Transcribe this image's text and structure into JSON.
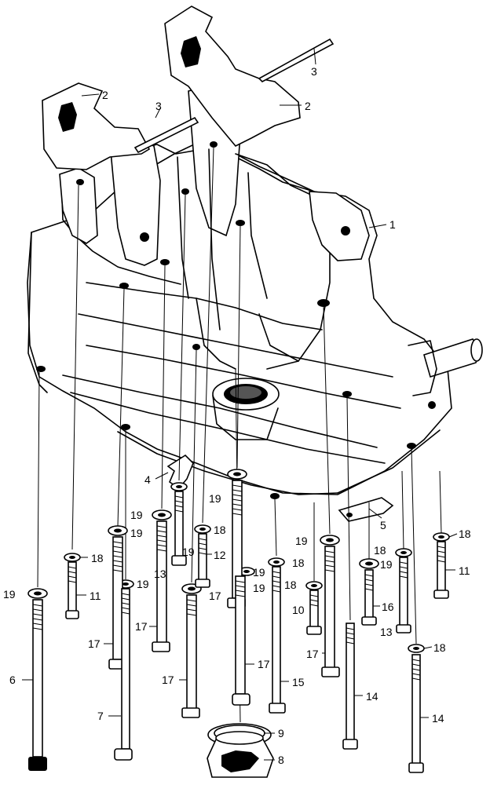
{
  "callouts": {
    "c1": "1",
    "c2a": "2",
    "c2b": "2",
    "c3a": "3",
    "c3b": "3",
    "c4": "4",
    "c5": "5",
    "c6": "6",
    "c7": "7",
    "c8": "8",
    "c9": "9",
    "c10": "10",
    "c11a": "11",
    "c11b": "11",
    "c12": "12",
    "c13a": "13",
    "c13b": "13",
    "c14a": "14",
    "c14b": "14",
    "c15": "15",
    "c16": "16",
    "c17a": "17",
    "c17b": "17",
    "c17c": "17",
    "c17d": "17",
    "c17e": "17",
    "c17f": "17",
    "c18a": "18",
    "c18b": "18",
    "c18c": "18",
    "c18d": "18",
    "c18e": "18",
    "c18f": "18",
    "c18g": "18",
    "c19a": "19",
    "c19b": "19",
    "c19c": "19",
    "c19d": "19",
    "c19e": "19",
    "c19f": "19",
    "c19g": "19",
    "c19h": "19",
    "c19i": "19",
    "c19j": "19"
  }
}
